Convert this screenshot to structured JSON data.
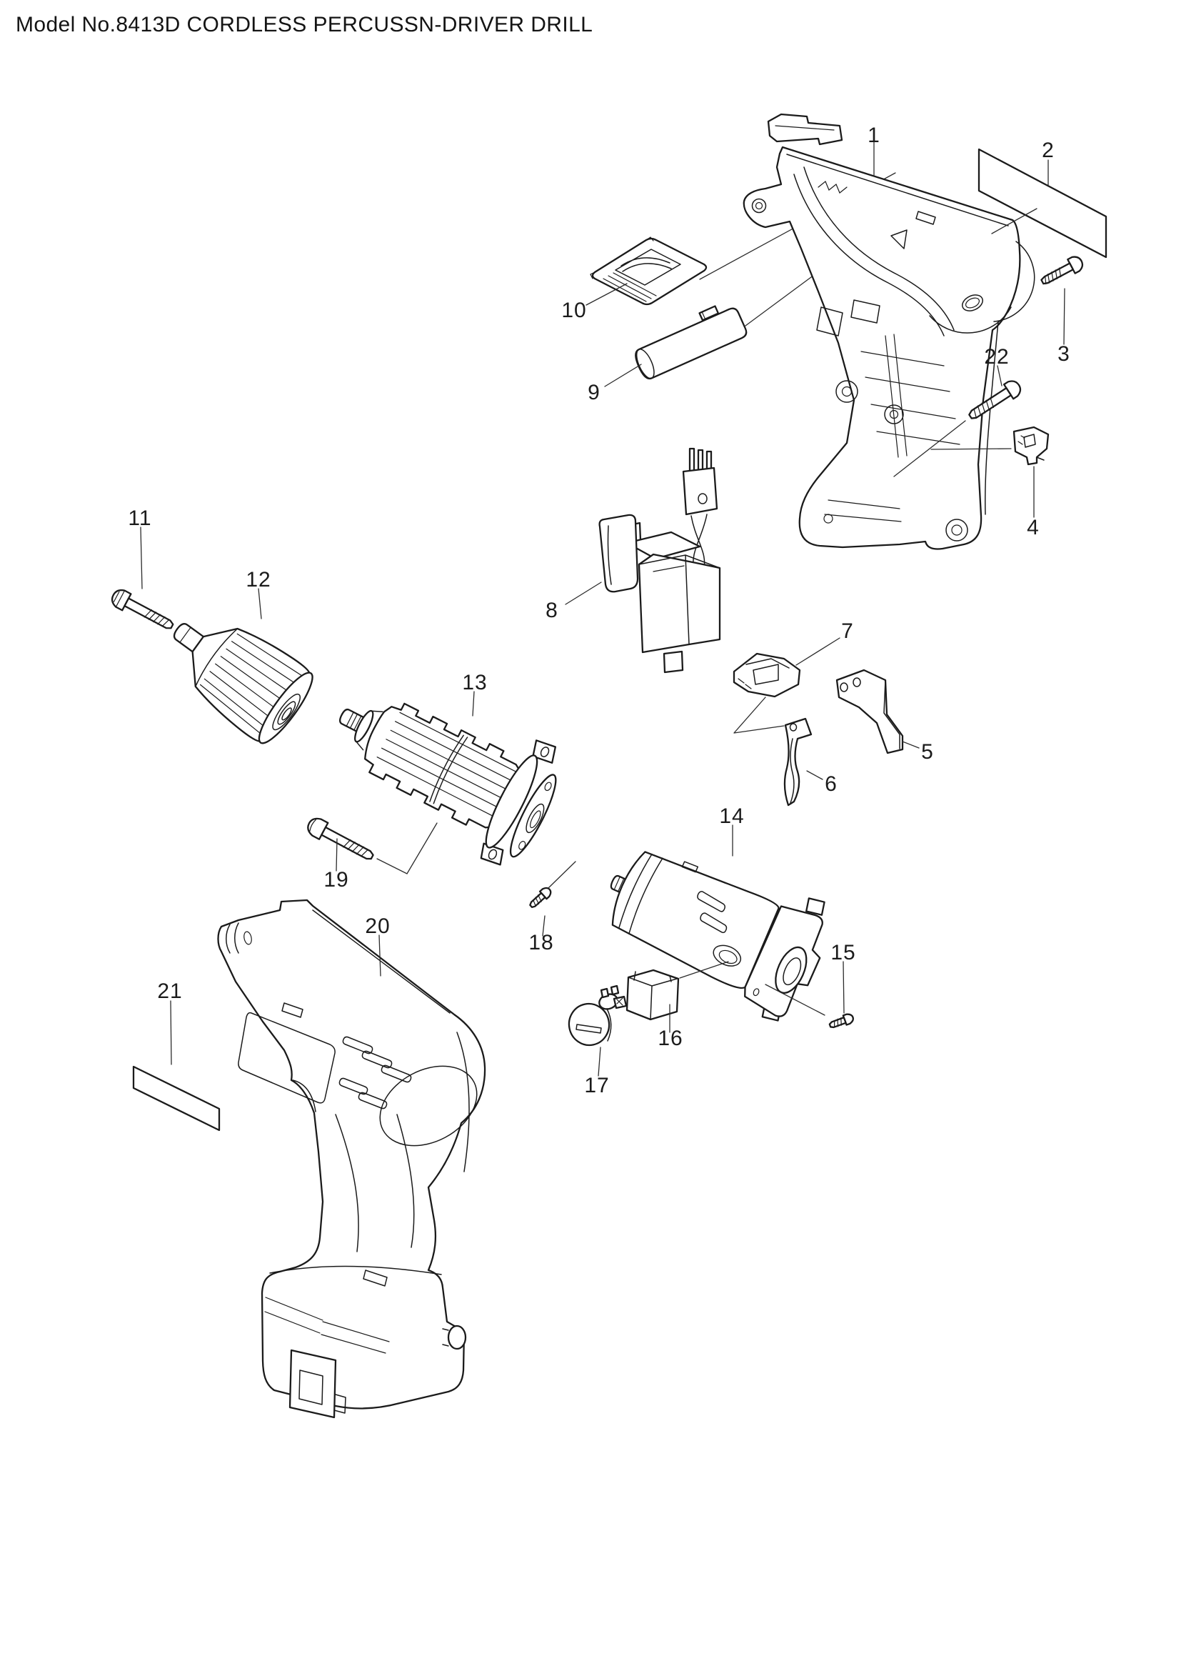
{
  "title": "Model No.8413D CORDLESS PERCUSSN-DRIVER DRILL",
  "colors": {
    "ink": "#1b1b1b",
    "background": "#ffffff"
  },
  "diagram": {
    "description_of_pixels": "Exploded parts line drawing of a cordless percussion driver drill with numbered callouts",
    "part_labels": [
      {
        "num": "1"
      },
      {
        "num": "2"
      },
      {
        "num": "3"
      },
      {
        "num": "4"
      },
      {
        "num": "5"
      },
      {
        "num": "6"
      },
      {
        "num": "7"
      },
      {
        "num": "8"
      },
      {
        "num": "9"
      },
      {
        "num": "10"
      },
      {
        "num": "11"
      },
      {
        "num": "12"
      },
      {
        "num": "13"
      },
      {
        "num": "14"
      },
      {
        "num": "15"
      },
      {
        "num": "16"
      },
      {
        "num": "17"
      },
      {
        "num": "18"
      },
      {
        "num": "19"
      },
      {
        "num": "20"
      },
      {
        "num": "21"
      },
      {
        "num": "22"
      }
    ]
  }
}
